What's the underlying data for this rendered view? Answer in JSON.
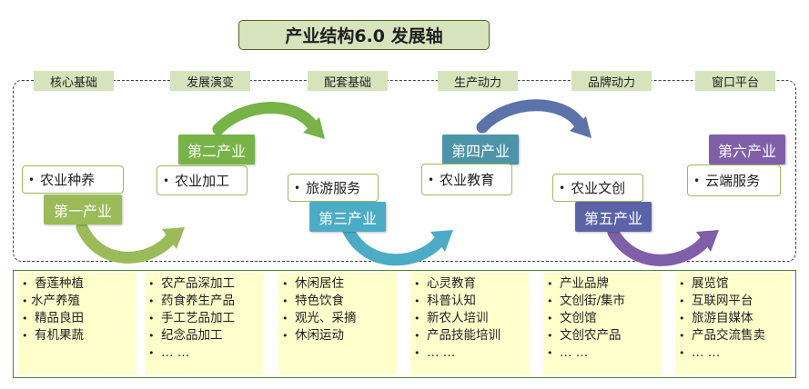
{
  "title": "产业结构6.0 发展轴",
  "stages": [
    "核心基础",
    "发展演变",
    "配套基础",
    "生产动力",
    "品牌动力",
    "窗口平台"
  ],
  "industries": [
    {
      "name": "第一产业",
      "item": "农业种养",
      "color": "#9bbb59"
    },
    {
      "name": "第二产业",
      "item": "农业加工",
      "color": "#77b347"
    },
    {
      "name": "第三产业",
      "item": "旅游服务",
      "color": "#4bacc6"
    },
    {
      "name": "第四产业",
      "item": "农业教育",
      "color": "#4d94a8"
    },
    {
      "name": "第五产业",
      "item": "农业文创",
      "color": "#5b63a8"
    },
    {
      "name": "第六产业",
      "item": "云端服务",
      "color": "#7f5fa8"
    }
  ],
  "details": [
    [
      "香莲种植",
      "水产养殖",
      "精品良田",
      "有机果蔬"
    ],
    [
      "农产品深加工",
      "药食养生产品",
      "手工艺品加工",
      "纪念品加工",
      "… …"
    ],
    [
      "休闲居住",
      "特色饮食",
      "观光、采摘",
      "休闲运动"
    ],
    [
      "心灵教育",
      "科普认知",
      "新农人培训",
      "产品技能培训",
      "… …"
    ],
    [
      "产业品牌",
      "文创街/集市",
      "文创馆",
      "文创农产品",
      "… …"
    ],
    [
      "展览馆",
      "互联网平台",
      "旅游自媒体",
      "产品交流售卖",
      "… …"
    ]
  ],
  "bullet": "•"
}
